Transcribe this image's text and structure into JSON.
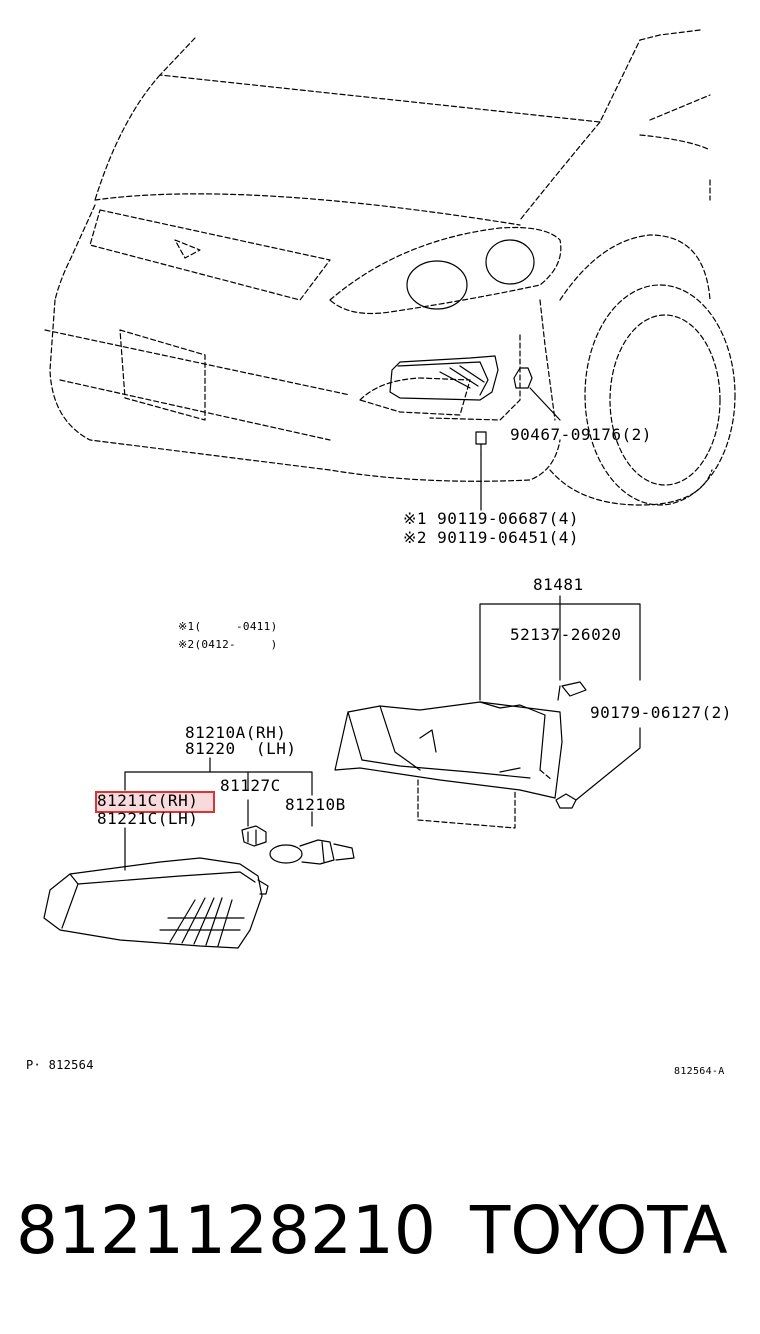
{
  "labels": {
    "screw_90467": "90467-09176(2)",
    "bolt_1": "※1 90119-06687(4)",
    "bolt_2": "※2 90119-06451(4)",
    "bracket_81481": "81481",
    "clip_52137": "52137-26020",
    "nut_90179": "90179-06127(2)",
    "note_1": "※1(     -0411)",
    "note_2": "※2(0412-     )",
    "lamp_assy_rh": "81210A(RH)",
    "lamp_assy_lh": "81220  (LH)",
    "socket": "81127C",
    "lens_rh": "81211C(RH)",
    "bulb": "81210B",
    "lens_lh": "81221C(LH)",
    "page_ref": "P· 812564",
    "figure_ref": "812564-A"
  },
  "footer": {
    "part_number": "8121128210",
    "brand": "TOYOTA"
  },
  "colors": {
    "highlight_border": "#d33333",
    "highlight_fill": "#e67882"
  }
}
